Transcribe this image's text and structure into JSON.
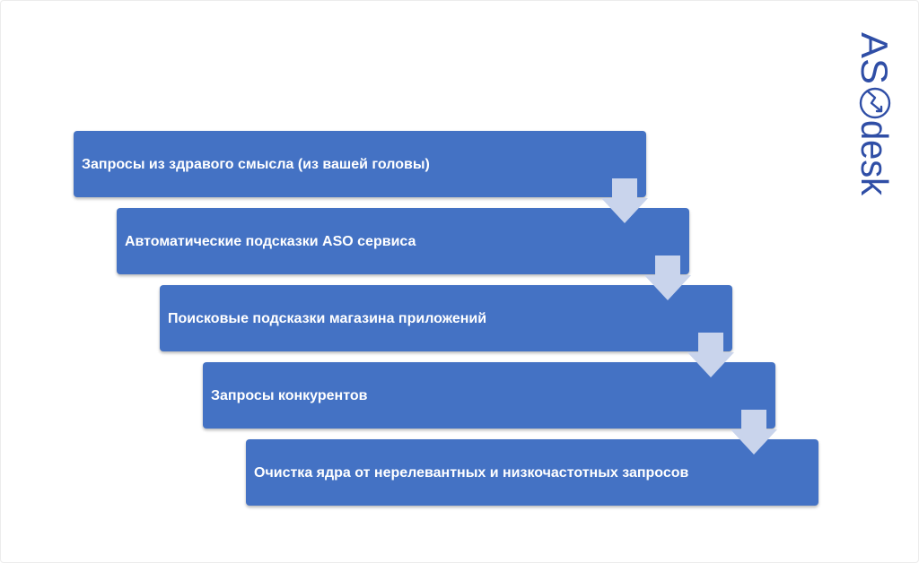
{
  "steps": [
    {
      "label": "Запросы из здравого смысла (из вашей головы)"
    },
    {
      "label": "Автоматические подсказки ASO сервиса"
    },
    {
      "label": "Поисковые подсказки магазина приложений"
    },
    {
      "label": "Запросы конкурентов"
    },
    {
      "label": "Очистка ядра от нерелевантных и низкочастотных запросов"
    }
  ],
  "logo": {
    "text": "ASOdesk",
    "part1": "AS",
    "part2": "desk"
  },
  "colors": {
    "box": "#4472c4",
    "arrow": "#c9d4ec",
    "logo": "#2f4ea6"
  }
}
